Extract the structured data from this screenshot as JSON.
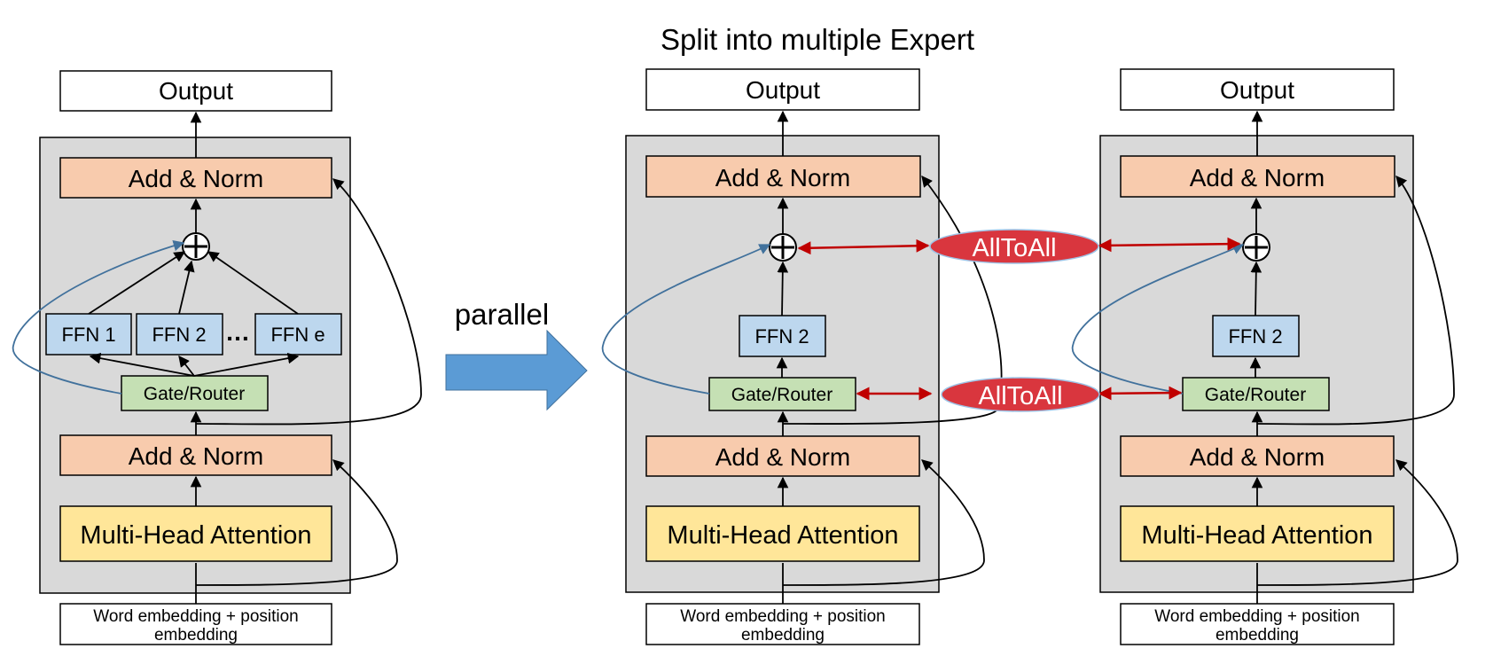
{
  "title": "Split into multiple Expert",
  "parallel_label": "parallel",
  "left_panel": {
    "output": "Output",
    "add_norm_top": "Add & Norm",
    "ffn_1": "FFN 1",
    "ffn_2": "FFN 2",
    "ellipsis": "…",
    "ffn_e": "FFN e",
    "gate_router": "Gate/Router",
    "add_norm_bottom": "Add & Norm",
    "attention": "Multi-Head Attention",
    "embedding_line1": "Word embedding + position",
    "embedding_line2": "embedding"
  },
  "middle_panel": {
    "output": "Output",
    "add_norm_top": "Add & Norm",
    "ffn": "FFN 2",
    "gate_router": "Gate/Router",
    "add_norm_bottom": "Add & Norm",
    "attention": "Multi-Head Attention",
    "embedding_line1": "Word embedding + position",
    "embedding_line2": "embedding"
  },
  "right_panel": {
    "output": "Output",
    "add_norm_top": "Add & Norm",
    "ffn": "FFN 2",
    "gate_router": "Gate/Router",
    "add_norm_bottom": "Add & Norm",
    "attention": "Multi-Head Attention",
    "embedding_line1": "Word embedding + position",
    "embedding_line2": "embedding"
  },
  "alltoall_top": "AllToAll",
  "alltoall_bottom": "AllToAll",
  "colors": {
    "panel_bg": "#d9d9d9",
    "add_norm": "#f8cbad",
    "ffn": "#bdd7ee",
    "gate": "#c5e0b4",
    "attention": "#ffe699",
    "alltoall": "#d9363e",
    "arrow_blue": "#5b9bd5",
    "curve_blue": "#41719c",
    "comm_red": "#c00000"
  }
}
